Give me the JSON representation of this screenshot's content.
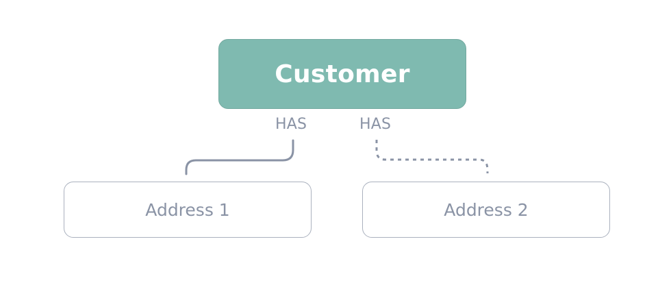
{
  "nodes": {
    "customer": "Customer",
    "address_1": "Address 1",
    "address_2": "Address 2"
  },
  "relationships": [
    {
      "label": "HAS",
      "from": "Customer",
      "to": "Address 1",
      "line_style": "solid"
    },
    {
      "label": "HAS",
      "from": "Customer",
      "to": "Address 2",
      "line_style": "dashed"
    }
  ],
  "colors": {
    "customer_fill": "#7fbab0",
    "customer_text": "#ffffff",
    "address_border": "#aab1be",
    "text_gray": "#8a93a5",
    "connector": "#8a93a5"
  }
}
